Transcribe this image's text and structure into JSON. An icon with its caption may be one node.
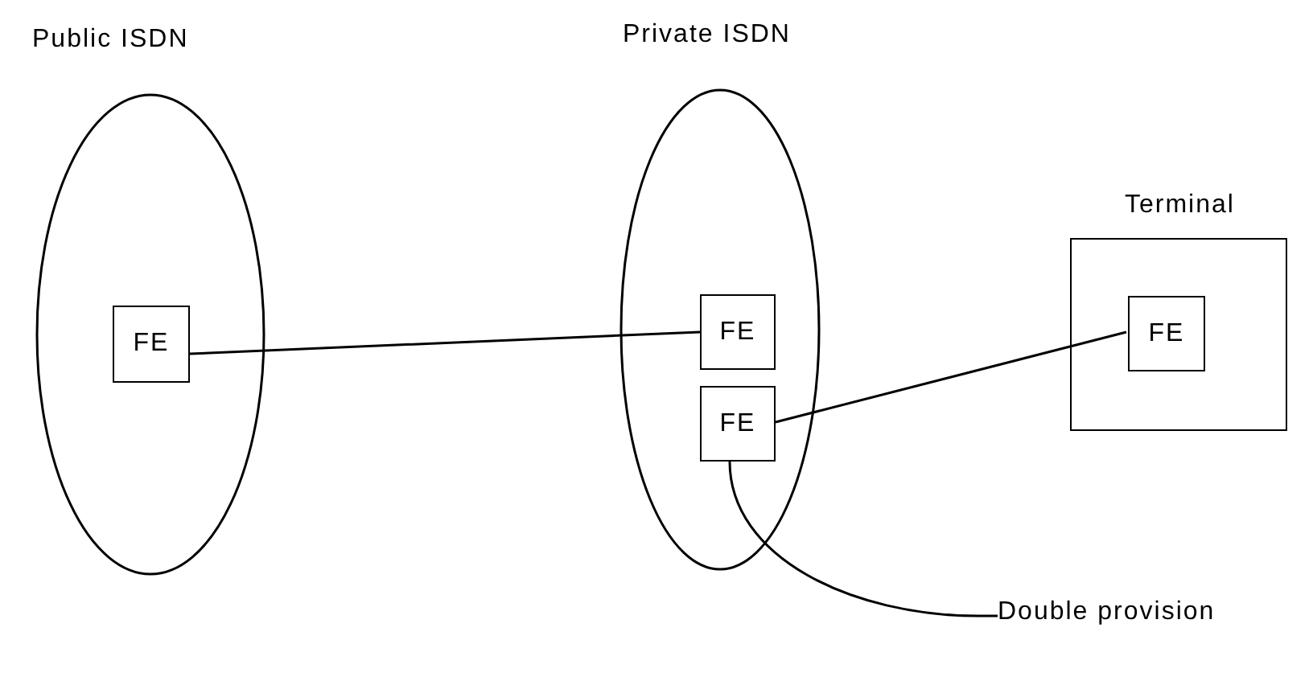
{
  "diagram": {
    "nodes": [
      {
        "text": [
          "Public ISDN"
        ]
      },
      {
        "text": [
          "FE"
        ],
        "in": 0
      },
      {
        "text": [
          "Private ISDN"
        ]
      },
      {
        "text": [
          "FE"
        ],
        "in": 2
      },
      {
        "text": [
          "FE"
        ],
        "in": 2
      },
      {
        "text": [
          "Terminal"
        ]
      },
      {
        "text": [
          "FE"
        ],
        "in": 5
      },
      {
        "text": [
          "Double provision"
        ]
      }
    ],
    "edges": [
      {
        "from": 1,
        "to": 3,
        "arrow": "none"
      },
      {
        "from": 4,
        "to": 6,
        "arrow": "none"
      },
      {
        "from": 7,
        "to": 4,
        "arrow": "none"
      }
    ]
  }
}
